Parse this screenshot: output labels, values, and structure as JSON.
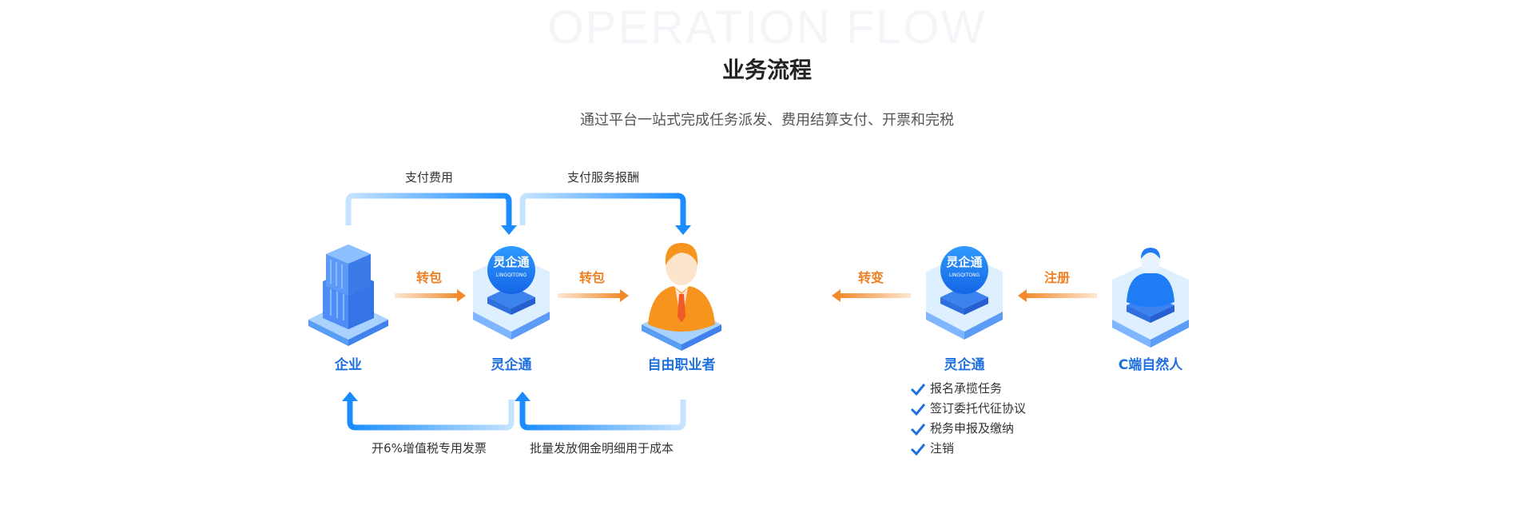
{
  "header": {
    "watermark": "OPERATION FLOW",
    "title": "业务流程",
    "subtitle": "通过平台一站式完成任务派发、费用结算支付、开票和完税"
  },
  "top_labels": {
    "pay_fee": "支付费用",
    "pay_service": "支付服务报酬"
  },
  "bottom_labels": {
    "invoice": "开6%增值税专用发票",
    "batch": "批量发放佣金明细用于成本"
  },
  "arrow_labels": {
    "sub1": "转包",
    "sub2": "转包",
    "transfer": "转变",
    "register": "注册"
  },
  "nodes": {
    "enterprise": "企业",
    "platform1": "灵企通",
    "freelancer": "自由职业者",
    "platform2": "灵企通",
    "person": "C端自然人"
  },
  "logo": {
    "cn": "灵企通",
    "en": "LINGQITONG"
  },
  "checklist": [
    "报名承揽任务",
    "签订委托代征协议",
    "税务申报及缴纳",
    "注销"
  ],
  "colors": {
    "blue": "#1e6fe0",
    "orange": "#f07f22",
    "light_blue": "#bfe0ff"
  }
}
